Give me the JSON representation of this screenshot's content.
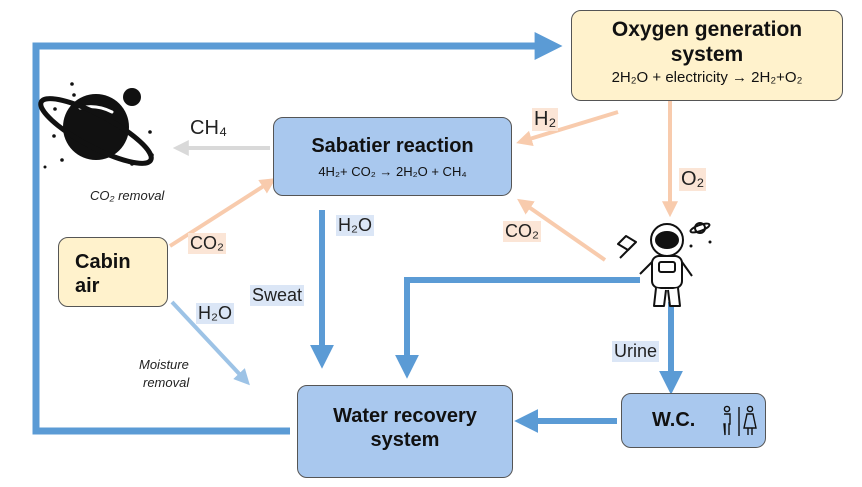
{
  "boxes": {
    "oxygen": {
      "title_line1": "Oxygen generation",
      "title_line2": "system",
      "equation": "2H₂O + electricity →  2H₂+O₂"
    },
    "sabatier": {
      "title": "Sabatier reaction",
      "equation": "4H₂+ CO₂ →  2H₂O + CH₄"
    },
    "cabin": {
      "line1": "Cabin",
      "line2": "air"
    },
    "water": {
      "line1": "Water recovery",
      "line2": "system"
    },
    "wc": {
      "title": "W.C."
    }
  },
  "labels": {
    "ch4": "CH₄",
    "h2": "H₂",
    "o2": "O₂",
    "co2_cabin": "CO₂",
    "co2_astronaut": "CO₂",
    "h2o_sabatier": "H₂O",
    "h2o_cabin": "H₂O",
    "sweat": "Sweat",
    "urine": "Urine",
    "co2_removal": "CO₂ removal",
    "moisture_line1": "Moisture",
    "moisture_line2": "removal"
  },
  "icons": [
    "planet-icon",
    "astronaut-icon",
    "restroom-icon"
  ],
  "colors": {
    "blue_arrow": "#5b9bd5",
    "light_blue_arrow": "#9dc3e6",
    "orange_arrow": "#f8cbad",
    "gray_arrow": "#d9d9d9",
    "box_blue": "#a9c8ee",
    "box_cream": "#fff2cc"
  }
}
